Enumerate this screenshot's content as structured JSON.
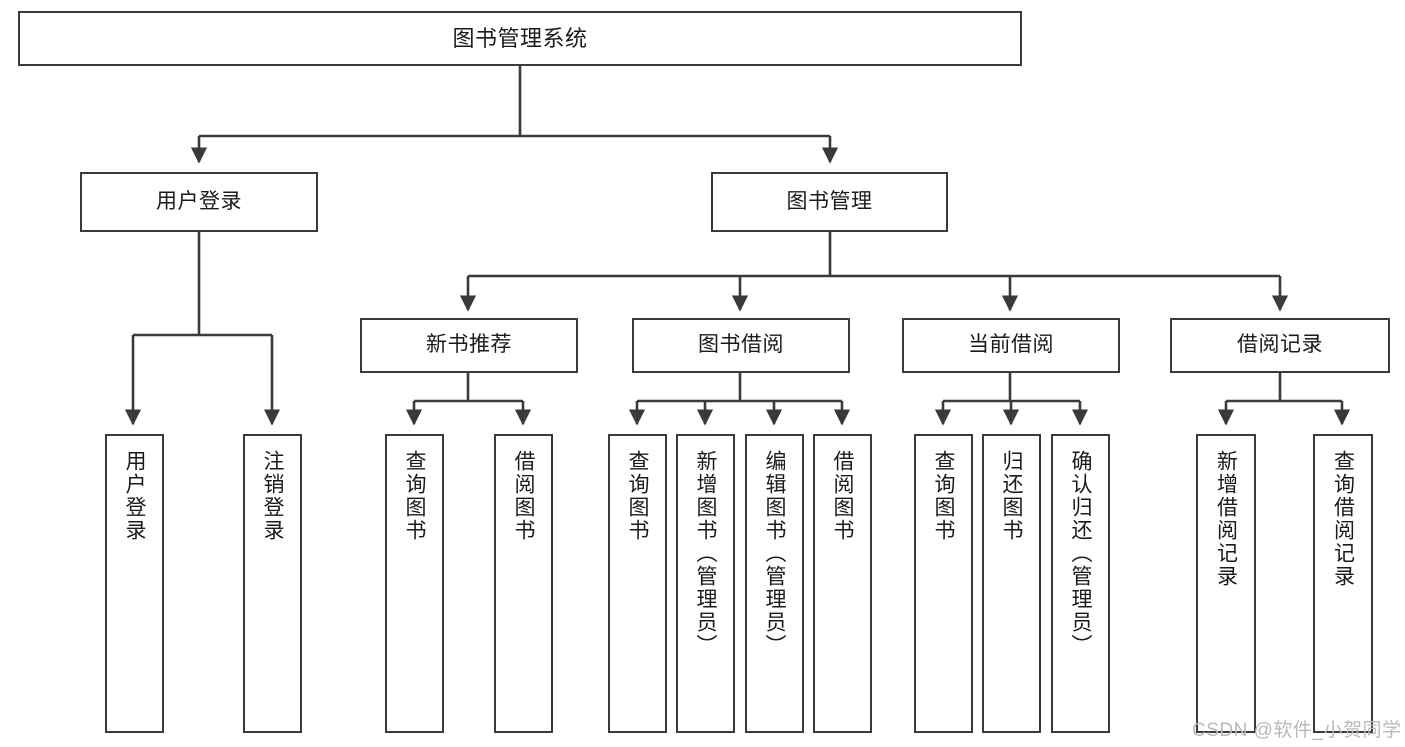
{
  "diagram": {
    "title": "图书管理系统",
    "type": "hierarchy-tree",
    "stroke_color": "#3a3a3a",
    "fill_color": "#ffffff",
    "text_color": "#1b1b1b",
    "levels": 4
  },
  "nodes": {
    "root": {
      "label": "图书管理系统"
    },
    "level1": [
      {
        "label": "用户登录"
      },
      {
        "label": "图书管理"
      }
    ],
    "level2": [
      {
        "label": "新书推荐"
      },
      {
        "label": "图书借阅"
      },
      {
        "label": "当前借阅"
      },
      {
        "label": "借阅记录"
      }
    ],
    "leaves_user_login": [
      {
        "label": "用户登录"
      },
      {
        "label": "注销登录"
      }
    ],
    "leaves_new_book": [
      {
        "label": "查询图书"
      },
      {
        "label": "借阅图书"
      }
    ],
    "leaves_borrow": [
      {
        "label": "查询图书"
      },
      {
        "label": "新增图书（管理员）"
      },
      {
        "label": "编辑图书（管理员）"
      },
      {
        "label": "借阅图书"
      }
    ],
    "leaves_current": [
      {
        "label": "查询图书"
      },
      {
        "label": "归还图书"
      },
      {
        "label": "确认归还（管理员）"
      }
    ],
    "leaves_records": [
      {
        "label": "新增借阅记录"
      },
      {
        "label": "查询借阅记录"
      }
    ]
  },
  "watermark": {
    "text": "CSDN @软件_小贺同学"
  }
}
